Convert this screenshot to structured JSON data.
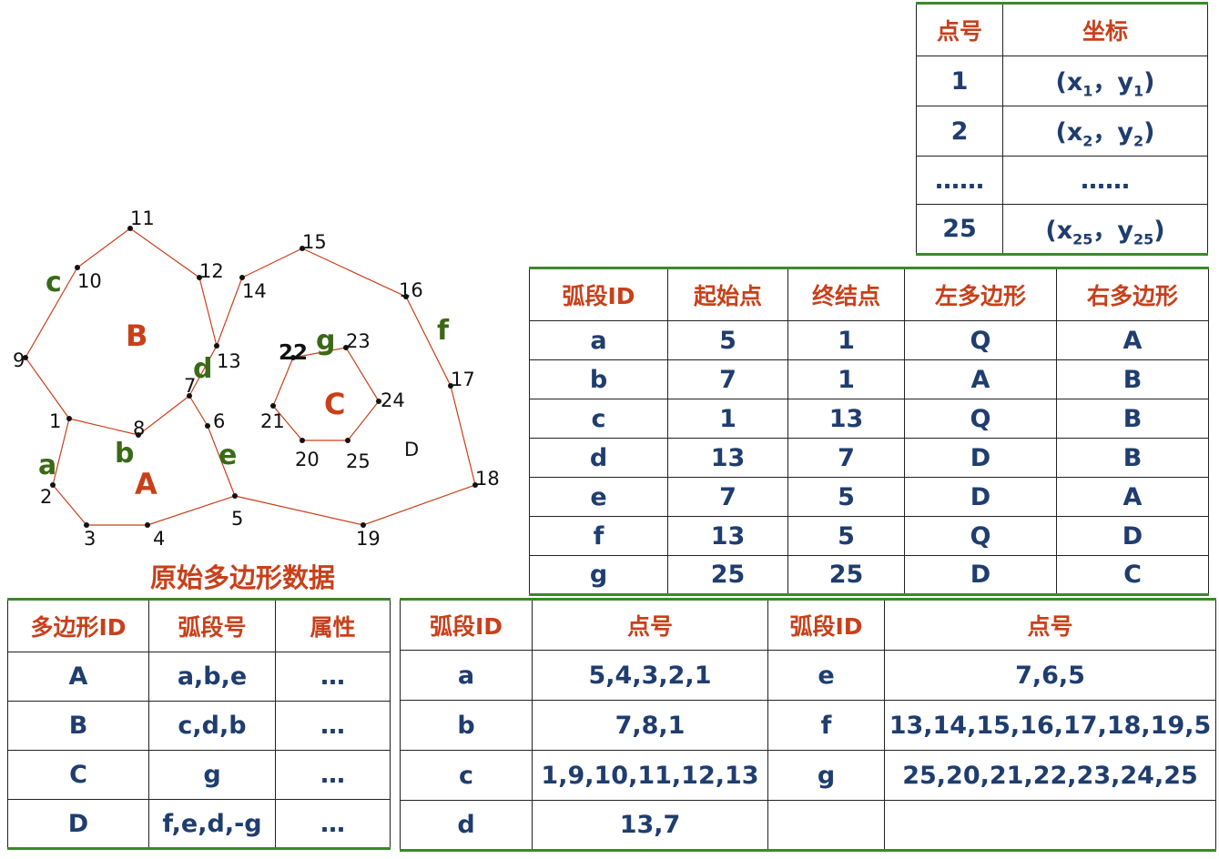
{
  "coord_table": {
    "headers": [
      "点号",
      "坐标"
    ],
    "rows": [
      [
        "1",
        "(x",
        "1",
        "，y",
        "1",
        ")"
      ],
      [
        "2",
        "(x",
        "2",
        "，y",
        "2",
        ")"
      ],
      [
        "……",
        "……",
        "",
        "",
        "",
        ""
      ],
      [
        "25",
        "(x",
        "25",
        "，y",
        "25",
        ")"
      ]
    ]
  },
  "arc_topology_table": {
    "headers": [
      "弧段ID",
      "起始点",
      "终结点",
      "左多边形",
      "右多边形"
    ],
    "rows": [
      [
        "a",
        "5",
        "1",
        "Q",
        "A"
      ],
      [
        "b",
        "7",
        "1",
        "A",
        "B"
      ],
      [
        "c",
        "1",
        "13",
        "Q",
        "B"
      ],
      [
        "d",
        "13",
        "7",
        "D",
        "B"
      ],
      [
        "e",
        "7",
        "5",
        "D",
        "A"
      ],
      [
        "f",
        "13",
        "5",
        "Q",
        "D"
      ],
      [
        "g",
        "25",
        "25",
        "D",
        "C"
      ]
    ]
  },
  "polygon_table": {
    "headers": [
      "多边形ID",
      "弧段号",
      "属性"
    ],
    "rows": [
      [
        "A",
        "a,b,e",
        "…"
      ],
      [
        "B",
        "c,d,b",
        "…"
      ],
      [
        "C",
        "g",
        "…"
      ],
      [
        "D",
        "f,e,d,-g",
        "…"
      ]
    ]
  },
  "arc_points_table": {
    "headers": [
      "弧段ID",
      "点号",
      "弧段ID",
      "点号"
    ],
    "rows": [
      [
        "a",
        "5,4,3,2,1",
        "e",
        "7,6,5"
      ],
      [
        "b",
        "7,8,1",
        "f",
        "13,14,15,16,17,18,19,5"
      ],
      [
        "c",
        "1,9,10,11,12,13",
        "g",
        "25,20,21,22,23,24,25"
      ],
      [
        "d",
        "13,7",
        "",
        ""
      ]
    ]
  },
  "diagram": {
    "title": "原始多边形数据",
    "polygon_labels": [
      "A",
      "B",
      "C",
      "D"
    ],
    "arc_labels": [
      "a",
      "b",
      "c",
      "d",
      "e",
      "f",
      "g"
    ],
    "point_labels": [
      "1",
      "2",
      "3",
      "4",
      "5",
      "6",
      "7",
      "8",
      "9",
      "10",
      "11",
      "12",
      "13",
      "14",
      "15",
      "16",
      "17",
      "18",
      "19",
      "20",
      "21",
      "22",
      "23",
      "24",
      "25"
    ],
    "colors": {
      "line": "#c8401a",
      "arc_label": "#3a6a18",
      "polygon_label": "#c8401a",
      "point": "#111111"
    }
  }
}
